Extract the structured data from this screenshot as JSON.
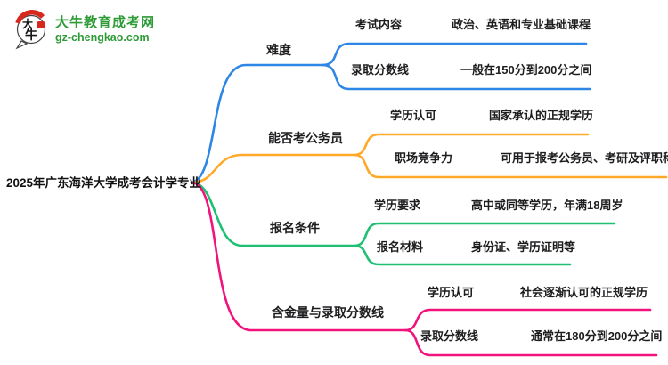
{
  "logo": {
    "brand": "大牛教育成考网",
    "domain": "gz-chengkao.com",
    "icon": "dainiu-bull-seal-icon",
    "brand_green": "#2e9b37",
    "seal_red": "#d7281e"
  },
  "root": {
    "title": "2025年广东海洋大学成考会计学专业"
  },
  "colors": {
    "difficulty": "#2E86E5",
    "civil_servant": "#FFA928",
    "conditions": "#1FC072",
    "value_score": "#F2127C",
    "text": "#1d1d1f"
  },
  "branches": [
    {
      "label": "难度",
      "children": [
        {
          "label": "考试内容",
          "value": "政治、英语和专业基础课程"
        },
        {
          "label": "录取分数线",
          "value": "一般在150分到200分之间"
        }
      ]
    },
    {
      "label": "能否考公务员",
      "children": [
        {
          "label": "学历认可",
          "value": "国家承认的正规学历"
        },
        {
          "label": "职场竞争力",
          "value": "可用于报考公务员、考研及评职称"
        }
      ]
    },
    {
      "label": "报名条件",
      "children": [
        {
          "label": "学历要求",
          "value": "高中或同等学历，年满18周岁"
        },
        {
          "label": "报名材料",
          "value": "身份证、学历证明等"
        }
      ]
    },
    {
      "label": "含金量与录取分数线",
      "children": [
        {
          "label": "学历认可",
          "value": "社会逐渐认可的正规学历"
        },
        {
          "label": "录取分数线",
          "value": "通常在180分到200分之间"
        }
      ]
    }
  ]
}
